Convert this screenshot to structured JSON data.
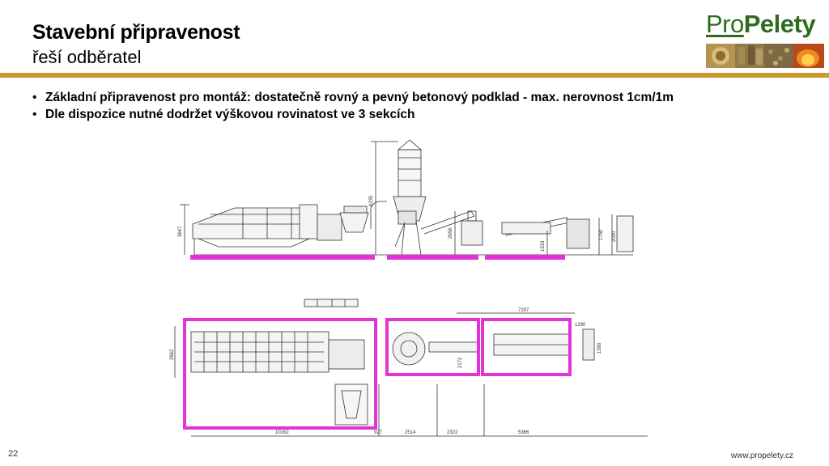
{
  "slide": {
    "title": "Stavební připravenost",
    "subtitle": "řeší odběratel",
    "page_number": "22",
    "website": "www.propelety.cz"
  },
  "logo": {
    "part1": "Pro",
    "part2": "Pelety"
  },
  "bullets": [
    "Základní připravenost pro montáž: dostatečně rovný a pevný betonový podklad - max. nerovnost 1cm/1m",
    "Dle dispozice nutné dodržet výškovou rovinatost ve 3 sekcích"
  ],
  "drawing": {
    "highlight_color": "#e233d6",
    "side_view_dims": {
      "total_height": "6235",
      "left_height": "3647",
      "mid_height": "2656",
      "small_height": "1533",
      "right_height_a": "1750",
      "right_height_b": "2000"
    },
    "plan_view_dims": {
      "width_left": "2662",
      "overall_length": "7297",
      "mid_depth": "2172",
      "right_w": "1290",
      "right_h": "1590",
      "seg_a": "10162",
      "seg_b": "927",
      "seg_c": "2514",
      "seg_d": "2322",
      "seg_e": "5366"
    }
  },
  "colors": {
    "rule": "#c99a2e",
    "logo_green": "#2f6b1f"
  }
}
